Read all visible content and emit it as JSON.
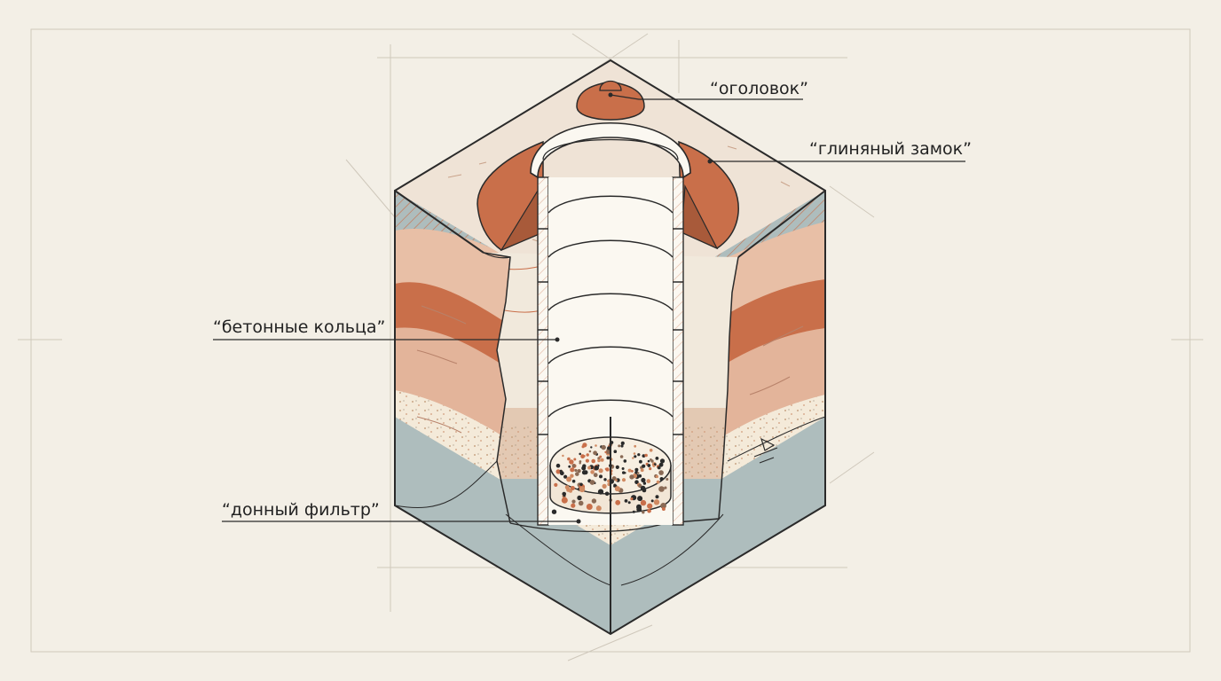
{
  "diagram": {
    "labels": {
      "head": "“оголовок”",
      "clay_lock": "“глиняный замок”",
      "rings": "“бетонные кольца”",
      "filter": "“донный фильтр”"
    },
    "colors": {
      "background": "#f3efe6",
      "topsoil": "#efe3d6",
      "clay": "#c96f4a",
      "loam": "#e3b49a",
      "sand": "#f4ead9",
      "water": "#aebdbd",
      "ring": "#fbf8f1",
      "outline": "#2a2a2a"
    }
  }
}
